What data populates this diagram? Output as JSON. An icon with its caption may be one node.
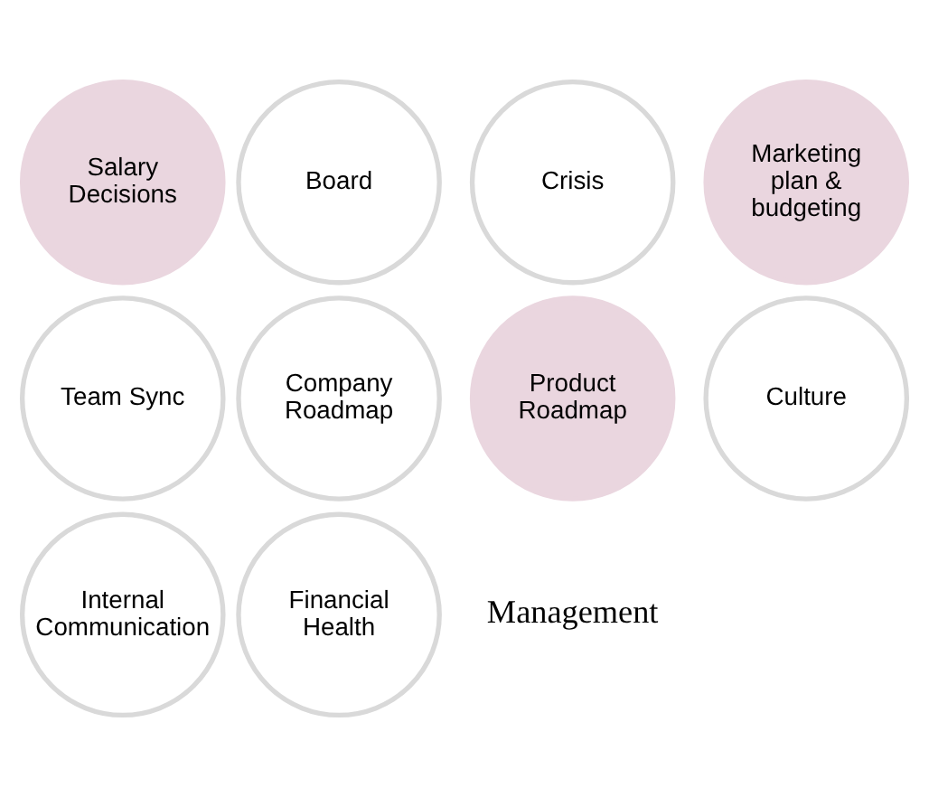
{
  "diagram": {
    "nodes": [
      {
        "text": [
          "Salary Decisions"
        ]
      },
      {
        "text": [
          "Board"
        ]
      },
      {
        "text": [
          "Crisis"
        ]
      },
      {
        "text": [
          "Marketing plan & budgeting"
        ]
      },
      {
        "text": [
          "Team Sync"
        ]
      },
      {
        "text": [
          "Management"
        ]
      },
      {
        "text": [
          "Company Roadmap"
        ]
      },
      {
        "text": [
          "Product Roadmap"
        ]
      },
      {
        "text": [
          "Culture"
        ]
      },
      {
        "text": [
          "Internal Communication"
        ]
      },
      {
        "text": [
          "Financial Health"
        ]
      }
    ]
  }
}
